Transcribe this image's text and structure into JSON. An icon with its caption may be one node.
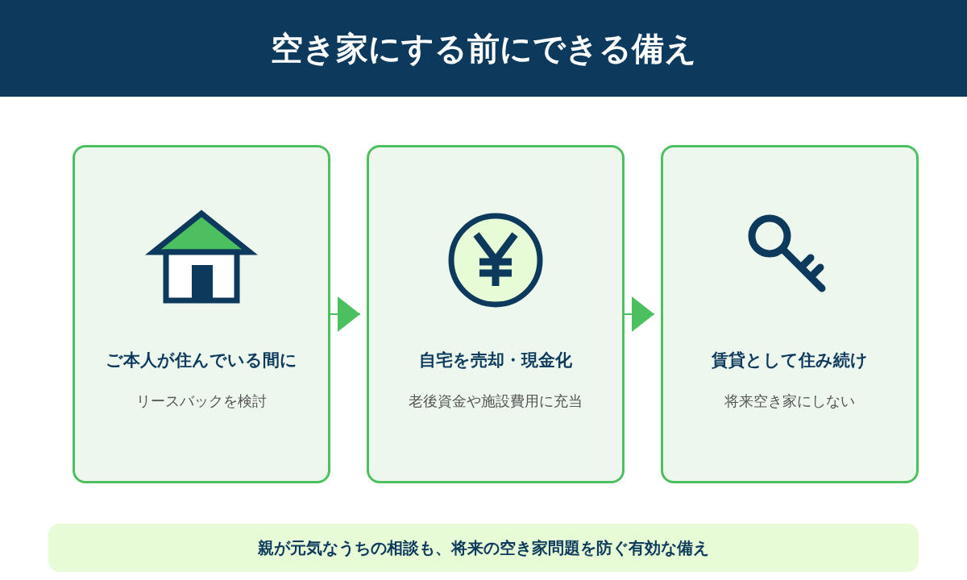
{
  "diagram": {
    "title": "空き家にする前にできる備え",
    "nodes": [
      {
        "text": [
          "ご本人が住んでいる間に",
          "リースバックを検討"
        ]
      },
      {
        "text": [
          "自宅を売却・現金化",
          "老後資金や施設費用に充当"
        ]
      },
      {
        "text": [
          "賃貸として住み続け",
          "将来空き家にしない"
        ]
      },
      {
        "text": [
          "親が元気なうちの相談も、将来の空き家問題を防ぐ有効な備え"
        ]
      }
    ],
    "edges": [
      {
        "from": 0,
        "to": 1,
        "arrow": "to"
      },
      {
        "from": 1,
        "to": 2,
        "arrow": "to"
      }
    ]
  }
}
